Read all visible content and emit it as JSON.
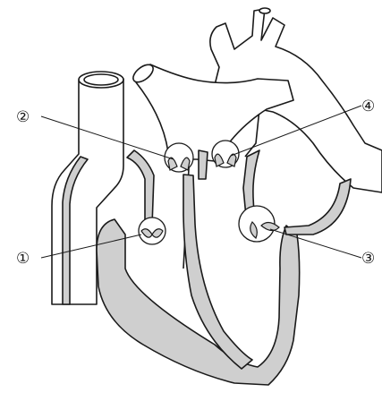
{
  "labels": {
    "label1": "①",
    "label2": "②",
    "label3": "③",
    "label4": "④"
  },
  "colors": {
    "line": "#1a1a1a",
    "muscle_fill": "#cfcfcf",
    "background": "#ffffff"
  }
}
